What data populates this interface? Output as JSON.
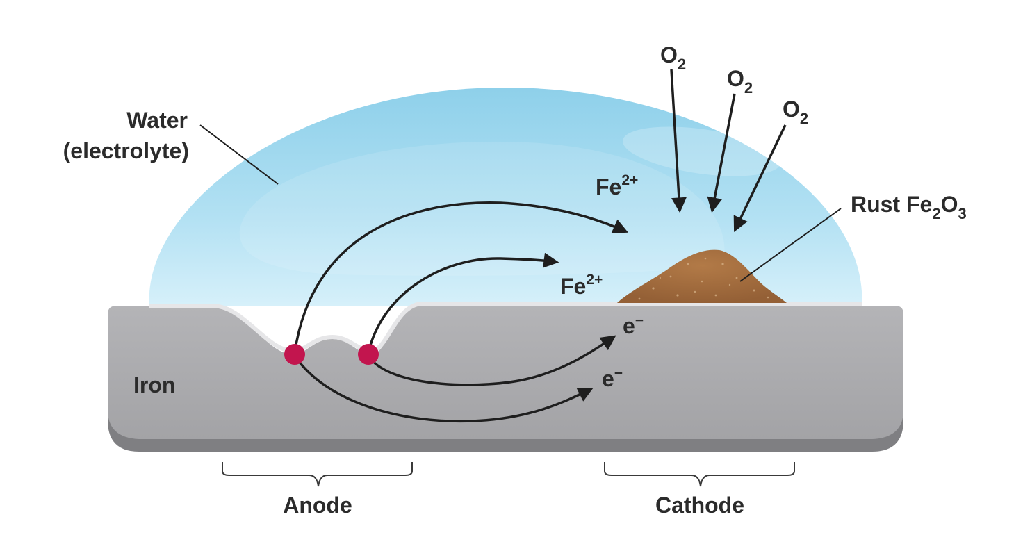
{
  "labels": {
    "water_line1": "Water",
    "water_line2": "(electrolyte)",
    "iron": "Iron",
    "anode": "Anode",
    "cathode": "Cathode",
    "o2_base": "O",
    "o2_sub": "2",
    "fe_ion_base": "Fe",
    "fe_ion_charge": "2+",
    "electron_base": "e",
    "electron_charge": "−",
    "rust_prefix": "Rust Fe",
    "rust_sub1": "2",
    "rust_mid": "O",
    "rust_sub2": "3"
  },
  "colors": {
    "water": "#a9dbef",
    "iron": "#a9a9ac",
    "iron_edge": "#7d7d80",
    "rust": "#a86f3d",
    "anode_site": "#c2154e",
    "arrow": "#1e1e1e"
  }
}
